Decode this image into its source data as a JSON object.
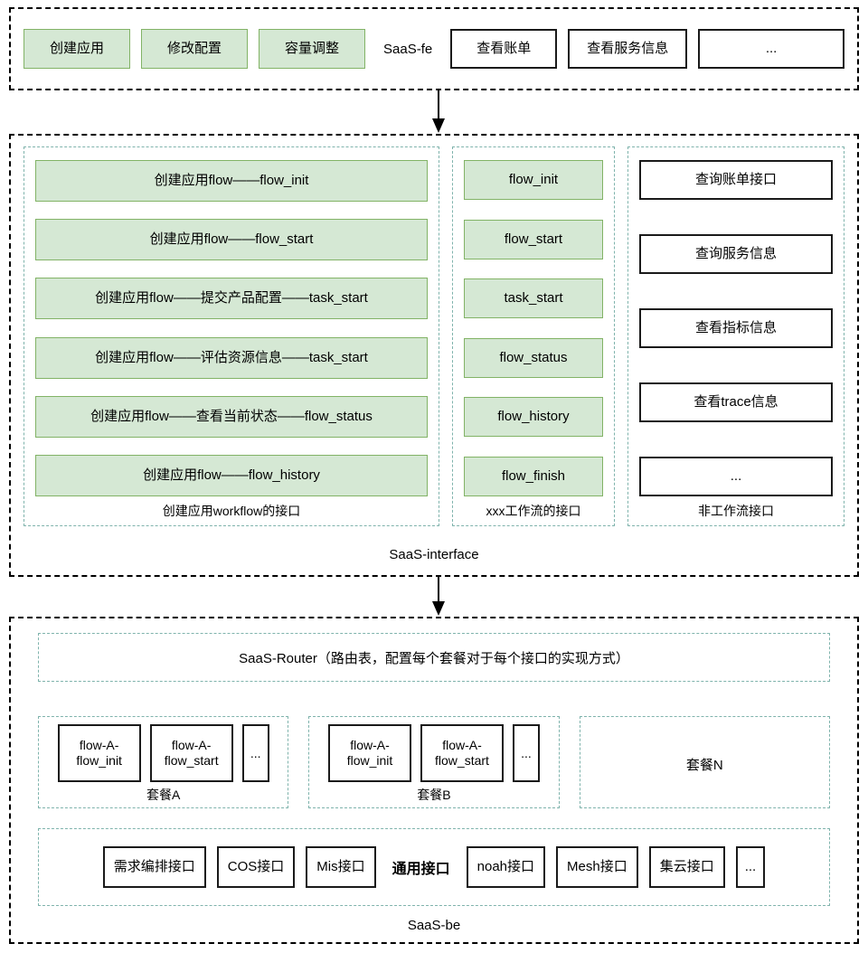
{
  "diagram": {
    "title": "SaaS 分层接口架构图",
    "colors": {
      "green_fill": "#d5e8d4",
      "green_border": "#82b366",
      "dashed_teal": "#7fb3ac",
      "outer_dashed": "#000000",
      "box_border": "#1a1a1a"
    }
  },
  "fe_layer": {
    "label": "SaaS-fe",
    "green_boxes": [
      {
        "label": "创建应用"
      },
      {
        "label": "修改配置"
      },
      {
        "label": "容量调整"
      }
    ],
    "white_boxes": [
      {
        "label": "查看账单"
      },
      {
        "label": "查看服务信息"
      },
      {
        "label": "..."
      }
    ]
  },
  "arrows": [
    {
      "name": "fe-to-interface",
      "direction": "down"
    },
    {
      "name": "interface-to-be",
      "direction": "down"
    }
  ],
  "interface_layer": {
    "label": "SaaS-interface",
    "groups": [
      {
        "group_label": "创建应用workflow的接口",
        "style": "green",
        "items": [
          "创建应用flow——flow_init",
          "创建应用flow——flow_start",
          "创建应用flow——提交产品配置——task_start",
          "创建应用flow——评估资源信息——task_start",
          "创建应用flow——查看当前状态——flow_status",
          "创建应用flow——flow_history"
        ]
      },
      {
        "group_label": "xxx工作流的接口",
        "style": "green",
        "items": [
          "flow_init",
          "flow_start",
          "task_start",
          "flow_status",
          "flow_history",
          "flow_finish"
        ]
      },
      {
        "group_label": "非工作流接口",
        "style": "white",
        "items": [
          "查询账单接口",
          "查询服务信息",
          "查看指标信息",
          "查看trace信息",
          "..."
        ]
      }
    ]
  },
  "be_layer": {
    "label": "SaaS-be",
    "router": "SaaS-Router（路由表，配置每个套餐对于每个接口的实现方式）",
    "plans": [
      {
        "group_label": "套餐A",
        "boxes": [
          {
            "line1": "flow-A-",
            "line2": "flow_init"
          },
          {
            "line1": "flow-A-",
            "line2": "flow_start"
          },
          {
            "line1": "",
            "line2": "..."
          }
        ]
      },
      {
        "group_label": "套餐B",
        "boxes": [
          {
            "line1": "flow-A-",
            "line2": "flow_init"
          },
          {
            "line1": "flow-A-",
            "line2": "flow_start"
          },
          {
            "line1": "",
            "line2": "..."
          }
        ]
      },
      {
        "group_label": "",
        "center_label": "套餐N",
        "boxes": []
      }
    ],
    "common_row": {
      "left_boxes": [
        "需求编排接口",
        "COS接口",
        "Mis接口"
      ],
      "center_label": "通用接口",
      "right_boxes": [
        "noah接口",
        "Mesh接口",
        "集云接口",
        "..."
      ]
    }
  }
}
